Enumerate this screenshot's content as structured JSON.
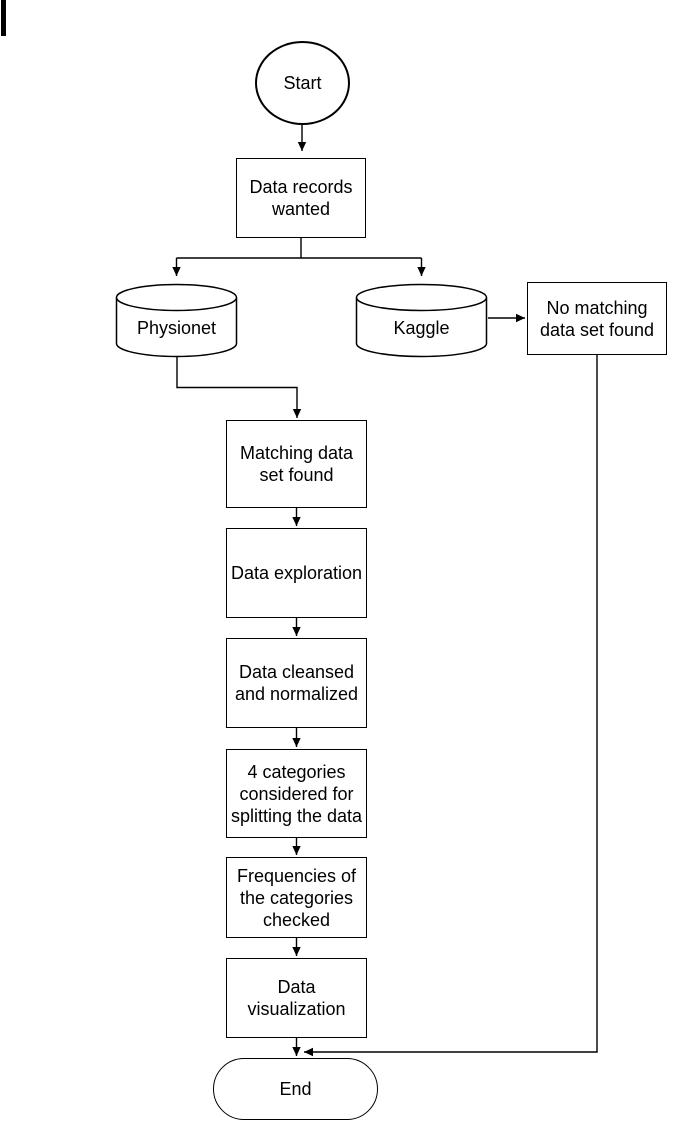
{
  "diagram": {
    "type": "flowchart",
    "colors": {
      "stroke": "#000000",
      "fill": "#ffffff",
      "text": "#000000",
      "background": "#ffffff"
    },
    "nodes": {
      "start": {
        "shape": "ellipse",
        "label": "Start"
      },
      "records": {
        "shape": "rectangle",
        "label": [
          "Data records",
          "wanted"
        ]
      },
      "physionet": {
        "shape": "cylinder",
        "label": "Physionet"
      },
      "kaggle": {
        "shape": "cylinder",
        "label": "Kaggle"
      },
      "nomatch": {
        "shape": "rectangle",
        "label": [
          "No matching",
          "data set found"
        ]
      },
      "matching": {
        "shape": "rectangle",
        "label": [
          "Matching data",
          "set found"
        ]
      },
      "exploration": {
        "shape": "rectangle",
        "label": "Data exploration"
      },
      "cleansed": {
        "shape": "rectangle",
        "label": [
          "Data cleansed",
          "and normalized"
        ]
      },
      "categories": {
        "shape": "rectangle",
        "label": [
          "4 categories",
          "considered for",
          "splitting the data"
        ]
      },
      "frequencies": {
        "shape": "rectangle",
        "label": [
          "Frequencies of",
          "the categories",
          "checked"
        ]
      },
      "visualization": {
        "shape": "rectangle",
        "label": [
          "Data",
          "visualization"
        ]
      },
      "end": {
        "shape": "terminator",
        "label": "End"
      }
    },
    "edges": [
      {
        "from": "start",
        "to": "records"
      },
      {
        "from": "records",
        "to": "physionet"
      },
      {
        "from": "records",
        "to": "kaggle"
      },
      {
        "from": "kaggle",
        "to": "nomatch"
      },
      {
        "from": "physionet",
        "to": "matching"
      },
      {
        "from": "matching",
        "to": "exploration"
      },
      {
        "from": "exploration",
        "to": "cleansed"
      },
      {
        "from": "cleansed",
        "to": "categories"
      },
      {
        "from": "categories",
        "to": "frequencies"
      },
      {
        "from": "frequencies",
        "to": "visualization"
      },
      {
        "from": "visualization",
        "to": "end"
      },
      {
        "from": "nomatch",
        "to": "end"
      }
    ]
  }
}
